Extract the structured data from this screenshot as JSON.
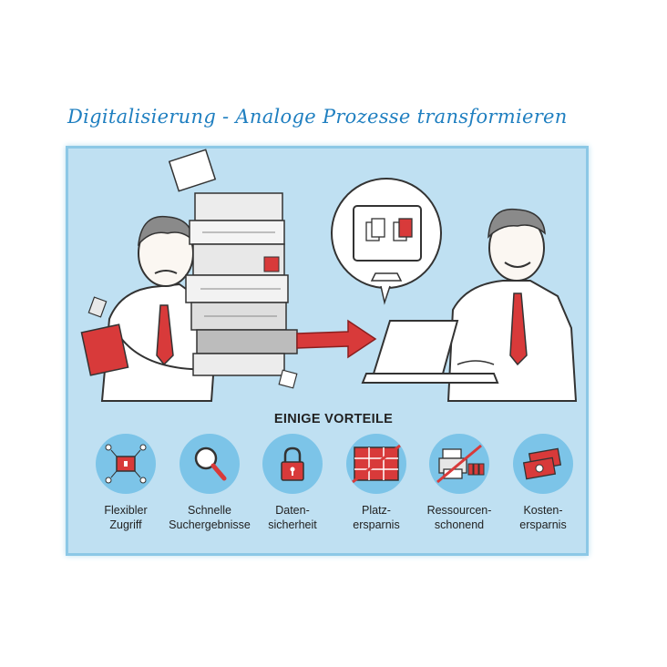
{
  "title": "Digitalisierung - Analoge Prozesse transformieren",
  "section_heading": "EINIGE VORTEILE",
  "colors": {
    "accent_red": "#d83a3a",
    "title_blue": "#1f7fc0",
    "panel_blue": "#bfe0f2",
    "circle_blue": "#7cc4e8"
  },
  "benefits": [
    {
      "icon": "network-access-icon",
      "label": "Flexibler\nZugriff"
    },
    {
      "icon": "magnifier-icon",
      "label": "Schnelle\nSuchergebnisse"
    },
    {
      "icon": "padlock-icon",
      "label": "Daten-\nsicherheit"
    },
    {
      "icon": "crossed-shelf-icon",
      "label": "Platz-\nersparnis"
    },
    {
      "icon": "crossed-printer-icon",
      "label": "Ressourcen-\nschonend"
    },
    {
      "icon": "money-bills-icon",
      "label": "Kosten-\nersparnis"
    }
  ]
}
